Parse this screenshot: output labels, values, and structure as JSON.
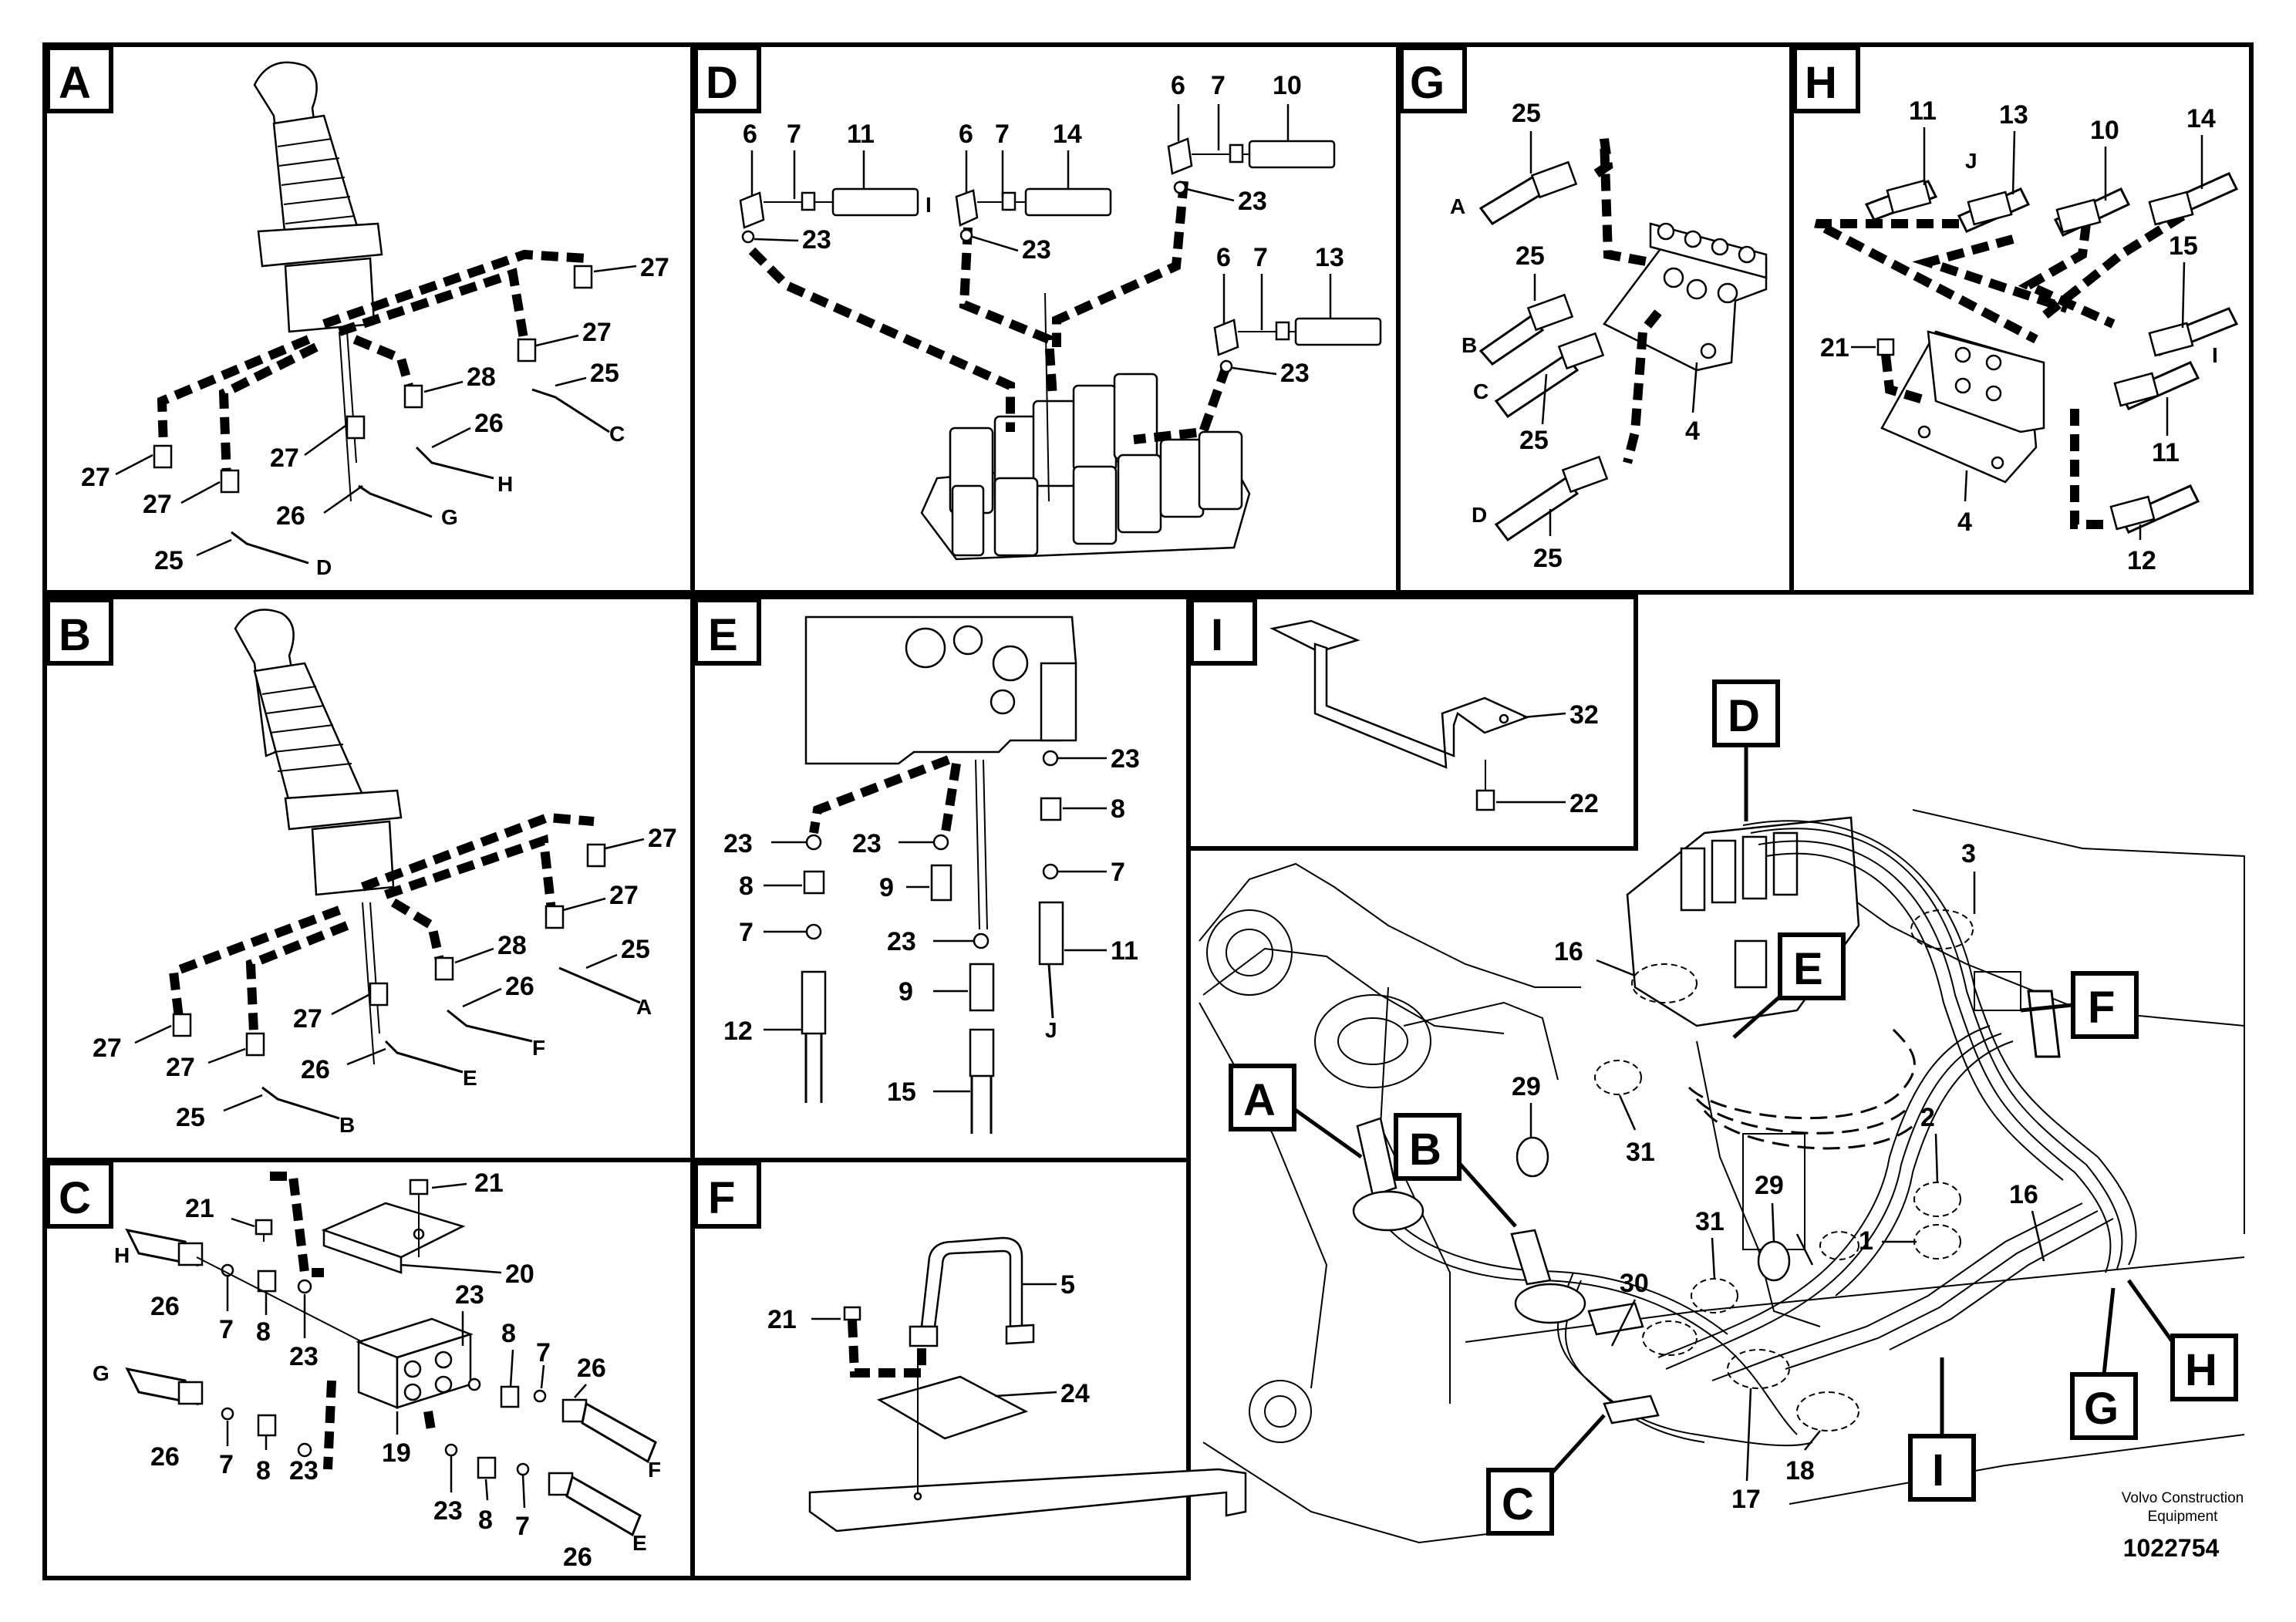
{
  "panels": {
    "A": {
      "tag": "A",
      "labels": [
        "27",
        "27",
        "28",
        "25",
        "26",
        "27",
        "27",
        "26",
        "25",
        "27",
        "C",
        "H",
        "G",
        "D"
      ]
    },
    "B": {
      "tag": "B",
      "labels": [
        "27",
        "27",
        "28",
        "25",
        "26",
        "27",
        "27",
        "26",
        "25",
        "27",
        "A",
        "F",
        "E",
        "B"
      ]
    },
    "C": {
      "tag": "C",
      "labels": [
        "21",
        "21",
        "20",
        "H",
        "26",
        "7",
        "8",
        "23",
        "23",
        "8",
        "7",
        "26",
        "F",
        "G",
        "26",
        "7",
        "8",
        "23",
        "19",
        "23",
        "8",
        "7",
        "26",
        "E"
      ]
    },
    "D": {
      "tag": "D",
      "labels": [
        "6",
        "7",
        "11",
        "I",
        "23",
        "6",
        "7",
        "14",
        "23",
        "6",
        "7",
        "10",
        "23",
        "6",
        "7",
        "13",
        "23"
      ]
    },
    "E": {
      "tag": "E",
      "labels": [
        "23",
        "8",
        "7",
        "11",
        "J",
        "23",
        "8",
        "7",
        "12",
        "23",
        "9",
        "23",
        "9",
        "15"
      ]
    },
    "F": {
      "tag": "F",
      "labels": [
        "5",
        "21",
        "24"
      ]
    },
    "G": {
      "tag": "G",
      "labels": [
        "25",
        "A",
        "25",
        "B",
        "C",
        "25",
        "4",
        "D",
        "25"
      ]
    },
    "H": {
      "tag": "H",
      "labels": [
        "11",
        "13",
        "10",
        "14",
        "J",
        "15",
        "21",
        "I",
        "11",
        "4",
        "12"
      ]
    },
    "I": {
      "tag": "I",
      "labels": [
        "32",
        "22"
      ]
    },
    "overview": {
      "tags": [
        "D",
        "E",
        "F",
        "A",
        "B",
        "C",
        "G",
        "H",
        "I"
      ],
      "labels": [
        "3",
        "16",
        "29",
        "31",
        "2",
        "29",
        "31",
        "1",
        "16",
        "30",
        "17",
        "18"
      ]
    }
  },
  "footer": {
    "maker_line1": "Volvo Construction",
    "maker_line2": "Equipment",
    "doc_number": "1022754"
  }
}
